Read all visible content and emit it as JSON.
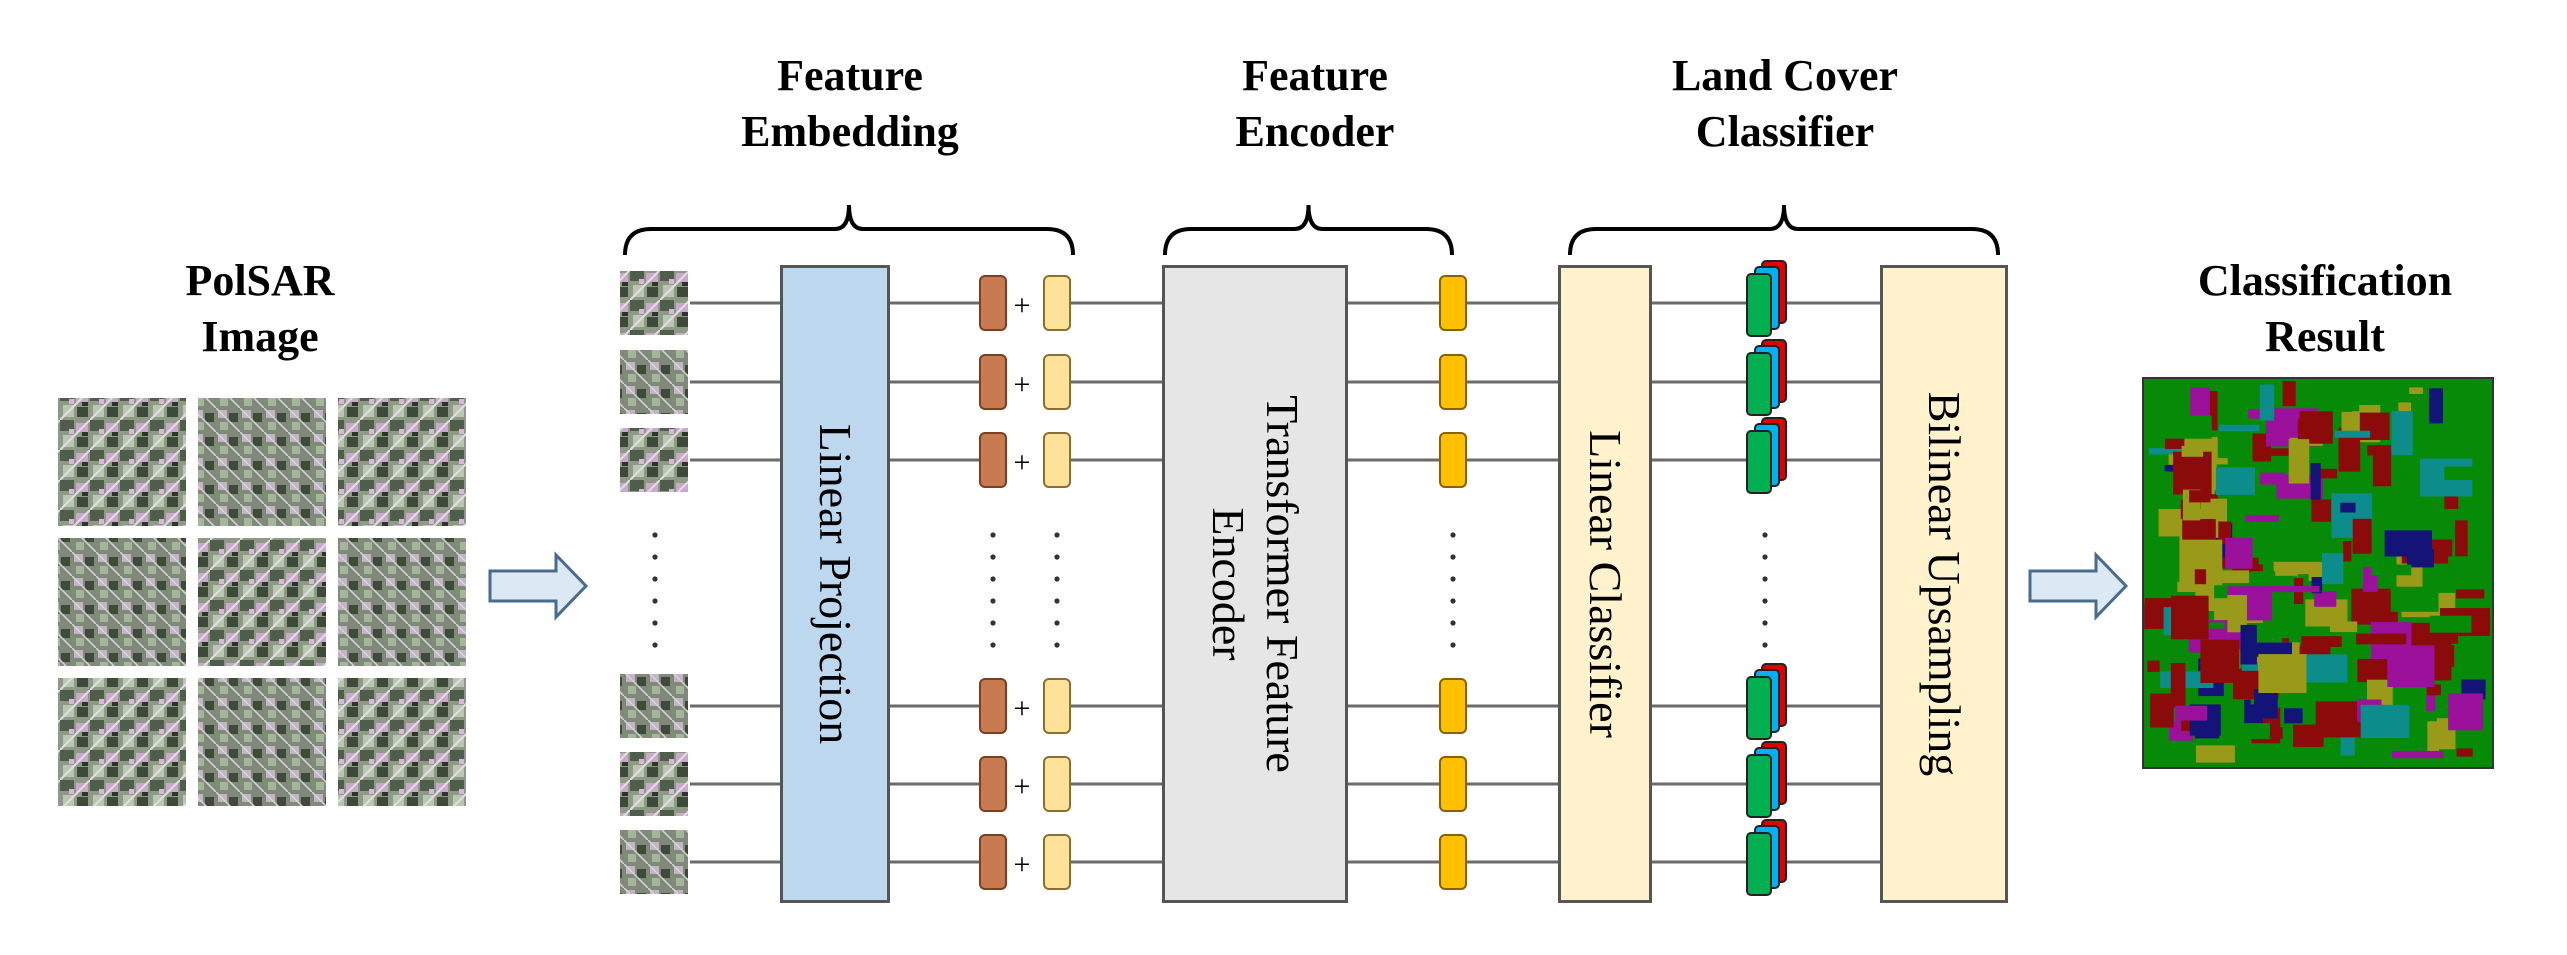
{
  "labels": {
    "input": [
      "PolSAR",
      "Image"
    ],
    "embedding": [
      "Feature",
      "Embedding"
    ],
    "encoder": [
      "Feature",
      "Encoder"
    ],
    "classifier": [
      "Land Cover",
      "Classifier"
    ],
    "result": [
      "Classification",
      "Result"
    ]
  },
  "blocks": {
    "linear_projection": "Linear Projection",
    "transformer": [
      "Transformer Feature",
      "Encoder"
    ],
    "linear_classifier": "Linear Classifier",
    "bilinear": "Bilinear Upsampling"
  },
  "plus_sign": "+",
  "colors": {
    "linear_projection": "#bdd7ee",
    "transformer": "#e6e6e6",
    "classifier": "#fff2cc",
    "embed_token": "#c87a50",
    "position_token": "#ffe29a",
    "encoded_token": "#ffc000",
    "class_green": "#00b050",
    "class_blue": "#00b0f0",
    "class_red": "#e00000",
    "map_green": "#078a07",
    "map_red": "#8b0a0a",
    "map_purple": "#9b119b",
    "map_teal": "#0d8c8c",
    "map_olive": "#9a9a1a",
    "map_navy": "#141478",
    "arrow_fill": "#dce9f5",
    "arrow_stroke": "#4a6c8c"
  }
}
